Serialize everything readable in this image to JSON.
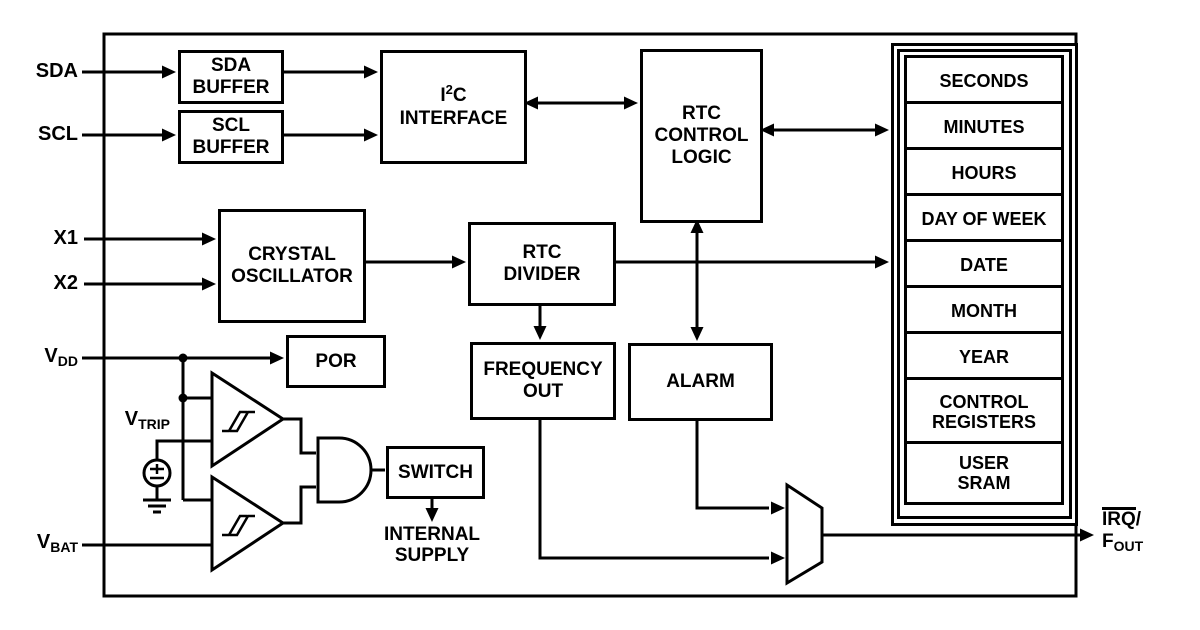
{
  "pins": {
    "sda": {
      "label": "SDA"
    },
    "scl": {
      "label": "SCL"
    },
    "x1": {
      "label": "X1"
    },
    "x2": {
      "label": "X2"
    },
    "vdd": {
      "main": "V",
      "sub": "DD"
    },
    "vtrip": {
      "main": "V",
      "sub": "TRIP"
    },
    "vbat": {
      "main": "V",
      "sub": "BAT"
    }
  },
  "blocks": {
    "sda_buffer": {
      "line1": "SDA",
      "line2": "BUFFER"
    },
    "scl_buffer": {
      "line1": "SCL",
      "line2": "BUFFER"
    },
    "i2c_interface": {
      "pre": "I",
      "sup": "2",
      "post": "C",
      "line2": "INTERFACE"
    },
    "rtc_control": {
      "line1": "RTC",
      "line2": "CONTROL",
      "line3": "LOGIC"
    },
    "crystal_oscillator": {
      "line1": "CRYSTAL",
      "line2": "OSCILLATOR"
    },
    "rtc_divider": {
      "line1": "RTC",
      "line2": "DIVIDER"
    },
    "por": {
      "label": "POR"
    },
    "frequency_out": {
      "line1": "FREQUENCY",
      "line2": "OUT"
    },
    "alarm": {
      "label": "ALARM"
    },
    "switch": {
      "label": "SWITCH"
    },
    "internal_supply": {
      "line1": "INTERNAL",
      "line2": "SUPPLY"
    }
  },
  "registers": {
    "rows": [
      {
        "label": "SECONDS"
      },
      {
        "label": "MINUTES"
      },
      {
        "label": "HOURS"
      },
      {
        "label": "DAY OF WEEK"
      },
      {
        "label": "DATE"
      },
      {
        "label": "MONTH"
      },
      {
        "label": "YEAR"
      },
      {
        "line1": "CONTROL",
        "line2": "REGISTERS"
      },
      {
        "line1": "USER",
        "line2": "SRAM"
      }
    ]
  },
  "output": {
    "irq": "IRQ",
    "slash": "/",
    "fout_main": "F",
    "fout_sub": "OUT"
  },
  "colors": {
    "line": "#000000",
    "background": "#ffffff",
    "text": "#000000"
  }
}
